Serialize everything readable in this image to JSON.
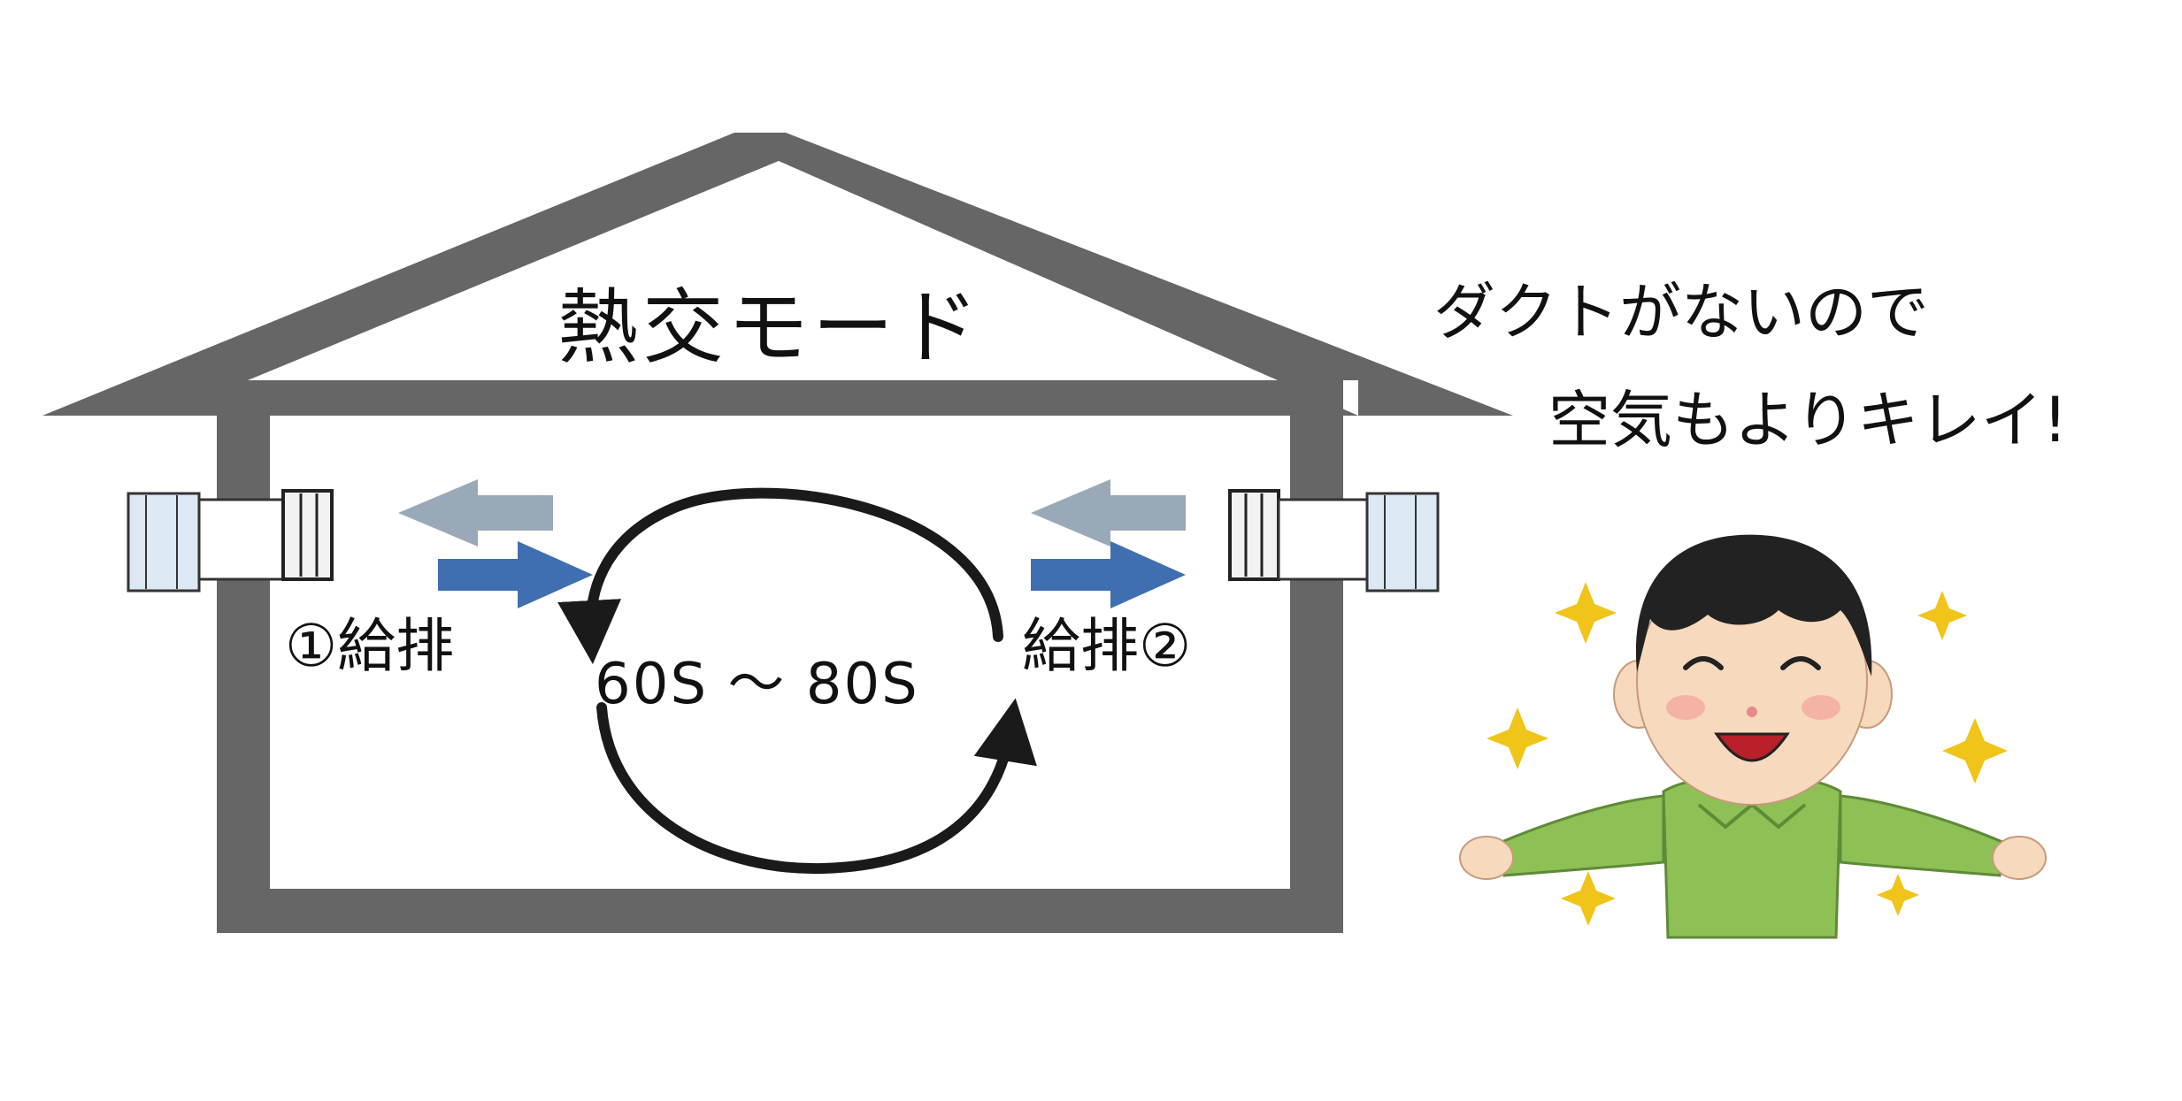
{
  "title": "熱交モード",
  "labels": {
    "left_unit": "①給排",
    "right_unit": "給排②",
    "cycle_time": "60S 〜 80S"
  },
  "message": {
    "line1": "ダクトがないので",
    "line2": "空気もよりキレイ!"
  },
  "colors": {
    "house_wall": "#666666",
    "exhaust_arrow": "#9aa9b8",
    "supply_arrow": "#3f6fb0",
    "cycle_arrow": "#1a1a1a",
    "shirt": "#8dc055",
    "skin": "#f7d9bd",
    "hair": "#222222",
    "sparkle": "#f0c419"
  }
}
